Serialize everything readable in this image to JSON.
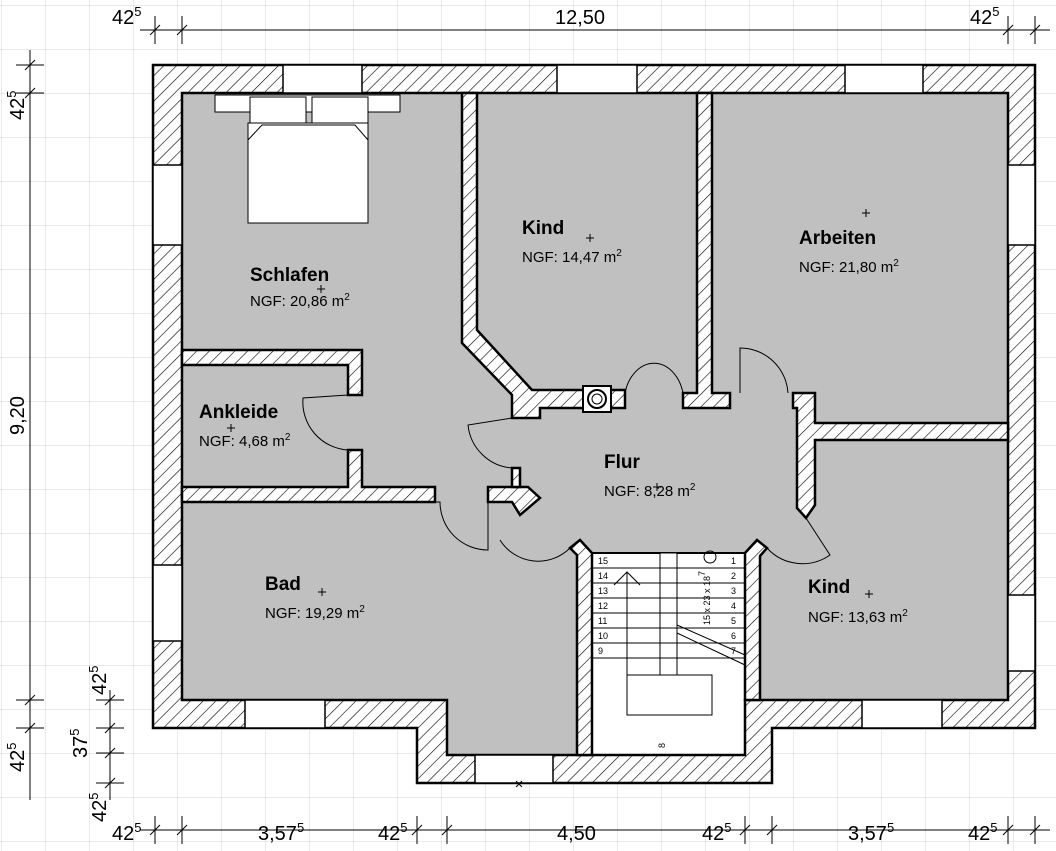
{
  "dimensions": {
    "top": [
      {
        "main": "42",
        "sup": "5"
      },
      {
        "main": "12,50",
        "sup": ""
      },
      {
        "main": "42",
        "sup": "5"
      }
    ],
    "bottom": [
      {
        "main": "42",
        "sup": "5"
      },
      {
        "main": "3,57",
        "sup": "5"
      },
      {
        "main": "42",
        "sup": "5"
      },
      {
        "main": "4,50",
        "sup": ""
      },
      {
        "main": "42",
        "sup": "5"
      },
      {
        "main": "3,57",
        "sup": "5"
      },
      {
        "main": "42",
        "sup": "5"
      }
    ],
    "left_outer": [
      {
        "main": "42",
        "sup": "5"
      },
      {
        "main": "9,20",
        "sup": ""
      },
      {
        "main": "42",
        "sup": "5"
      }
    ],
    "left_inner": [
      {
        "main": "42",
        "sup": "5"
      },
      {
        "main": "37",
        "sup": "5"
      },
      {
        "main": "42",
        "sup": "5"
      }
    ]
  },
  "rooms": [
    {
      "name": "Schlafen",
      "area": "NGF: 20,86 m",
      "unit_sup": "2"
    },
    {
      "name": "Kind",
      "area": "NGF: 14,47 m",
      "unit_sup": "2"
    },
    {
      "name": "Arbeiten",
      "area": "NGF: 21,80 m",
      "unit_sup": "2"
    },
    {
      "name": "Ankleide",
      "area": "NGF: 4,68 m",
      "unit_sup": "2"
    },
    {
      "name": "Flur",
      "area": "NGF: 8,28 m",
      "unit_sup": "2"
    },
    {
      "name": "Bad",
      "area": "NGF: 19,29 m",
      "unit_sup": "2"
    },
    {
      "name": "Kind",
      "area": "NGF: 13,63 m",
      "unit_sup": "2"
    }
  ],
  "stair": {
    "left_steps": [
      "15",
      "14",
      "13",
      "12",
      "11",
      "10",
      "9"
    ],
    "right_steps": [
      "1",
      "2",
      "3",
      "4",
      "5",
      "6",
      "7"
    ],
    "landing_step": "8",
    "spec": "15 x 23 x 18",
    "spec_sup": "7"
  },
  "colors": {
    "room_fill": "#c0c0c0",
    "grid": "#d4d4d4",
    "wall_line": "#000000"
  }
}
